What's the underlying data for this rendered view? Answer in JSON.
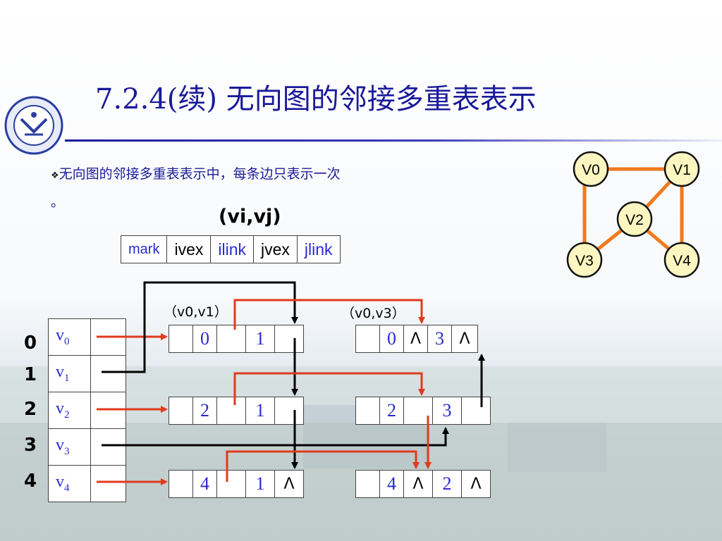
{
  "slide": {
    "title": "7.2.4(续) 无向图的邻接多重表表示",
    "bullet_marker": "❖",
    "bullet": "无向图的邻接多重表表示中，每条边只表示一次",
    "bullet_tail": "。",
    "vivj_label": "(vi,vj)"
  },
  "node_structure": {
    "fields": [
      "mark",
      "ivex",
      "ilink",
      "jvex",
      "jlink"
    ],
    "field_colors": [
      "#2a2ad0",
      "#000000",
      "#2a2ad0",
      "#000000",
      "#2a2ad0"
    ]
  },
  "vertex_list": {
    "indices": [
      "0",
      "1",
      "2",
      "3",
      "4"
    ],
    "vertices": [
      {
        "base": "v",
        "sub": "0"
      },
      {
        "base": "v",
        "sub": "1"
      },
      {
        "base": "v",
        "sub": "2"
      },
      {
        "base": "v",
        "sub": "3"
      },
      {
        "base": "v",
        "sub": "4"
      }
    ]
  },
  "edge_nodes": [
    {
      "label": "（v0,v1）",
      "mark": "",
      "ivex": "0",
      "ilink": "",
      "jvex": "1",
      "jlink": ""
    },
    {
      "label": "（v0,v3）",
      "mark": "",
      "ivex": "0",
      "ilink": "Λ",
      "jvex": "3",
      "jlink": "Λ"
    },
    {
      "label": "",
      "mark": "",
      "ivex": "2",
      "ilink": "",
      "jvex": "1",
      "jlink": ""
    },
    {
      "label": "",
      "mark": "",
      "ivex": "2",
      "ilink": "",
      "jvex": "3",
      "jlink": ""
    },
    {
      "label": "",
      "mark": "",
      "ivex": "4",
      "ilink": "",
      "jvex": "1",
      "jlink": "Λ"
    },
    {
      "label": "",
      "mark": "",
      "ivex": "4",
      "ilink": "Λ",
      "jvex": "2",
      "jlink": "Λ"
    }
  ],
  "graph": {
    "nodes": [
      "V0",
      "V1",
      "V2",
      "V3",
      "V4"
    ],
    "edges": [
      [
        "V0",
        "V1"
      ],
      [
        "V0",
        "V3"
      ],
      [
        "V1",
        "V2"
      ],
      [
        "V1",
        "V4"
      ],
      [
        "V2",
        "V3"
      ],
      [
        "V2",
        "V4"
      ]
    ],
    "node_fill": "#fdf6c0",
    "edge_color": "#f07a1e"
  },
  "colors": {
    "title": "#1a1a99",
    "arrow_red": "#e03a1e",
    "arrow_black": "#000000"
  }
}
